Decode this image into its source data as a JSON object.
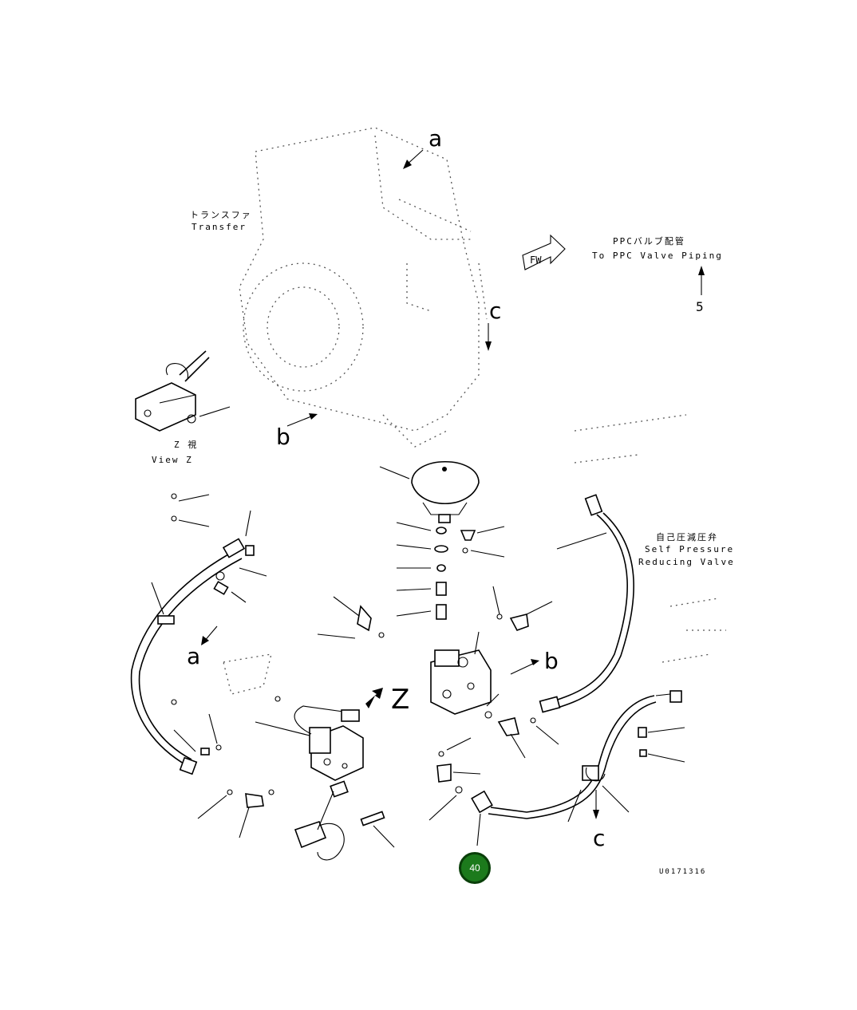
{
  "labels": {
    "ref_a": "a",
    "ref_b": "b",
    "ref_c": "c",
    "view_z_letter": "Z",
    "transfer_jp": "トランスファ",
    "transfer_en": "Transfer",
    "ppc_jp": "PPCバルブ配管",
    "ppc_en": "To PPC Valve Piping",
    "view_z_jp": "Z 視",
    "view_z_en": "View Z",
    "self_jp": "自己圧減圧弁",
    "self_en1": "Self Pressure",
    "self_en2": "Reducing Valve",
    "fw": "FW",
    "drawing_code": "U0171316"
  },
  "callout": {
    "number": "40",
    "color": "#1c7a1c"
  }
}
